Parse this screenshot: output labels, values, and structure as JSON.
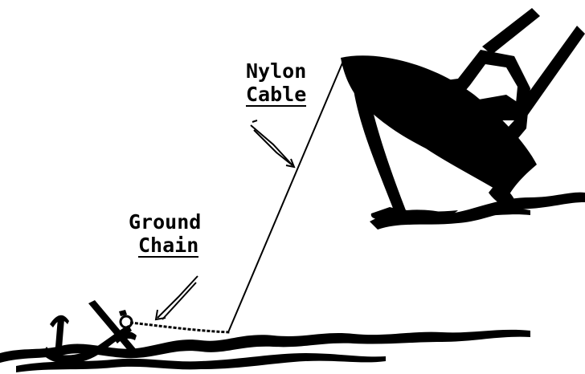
{
  "labels": {
    "nylon_line1": "Nylon",
    "nylon_line2": "Cable",
    "ground_line1": "Ground",
    "ground_line2": "Chain"
  },
  "colors": {
    "ink": "#000000",
    "background": "#ffffff"
  },
  "icons": [
    "boat-icon",
    "anchor-icon",
    "waves-icon"
  ]
}
